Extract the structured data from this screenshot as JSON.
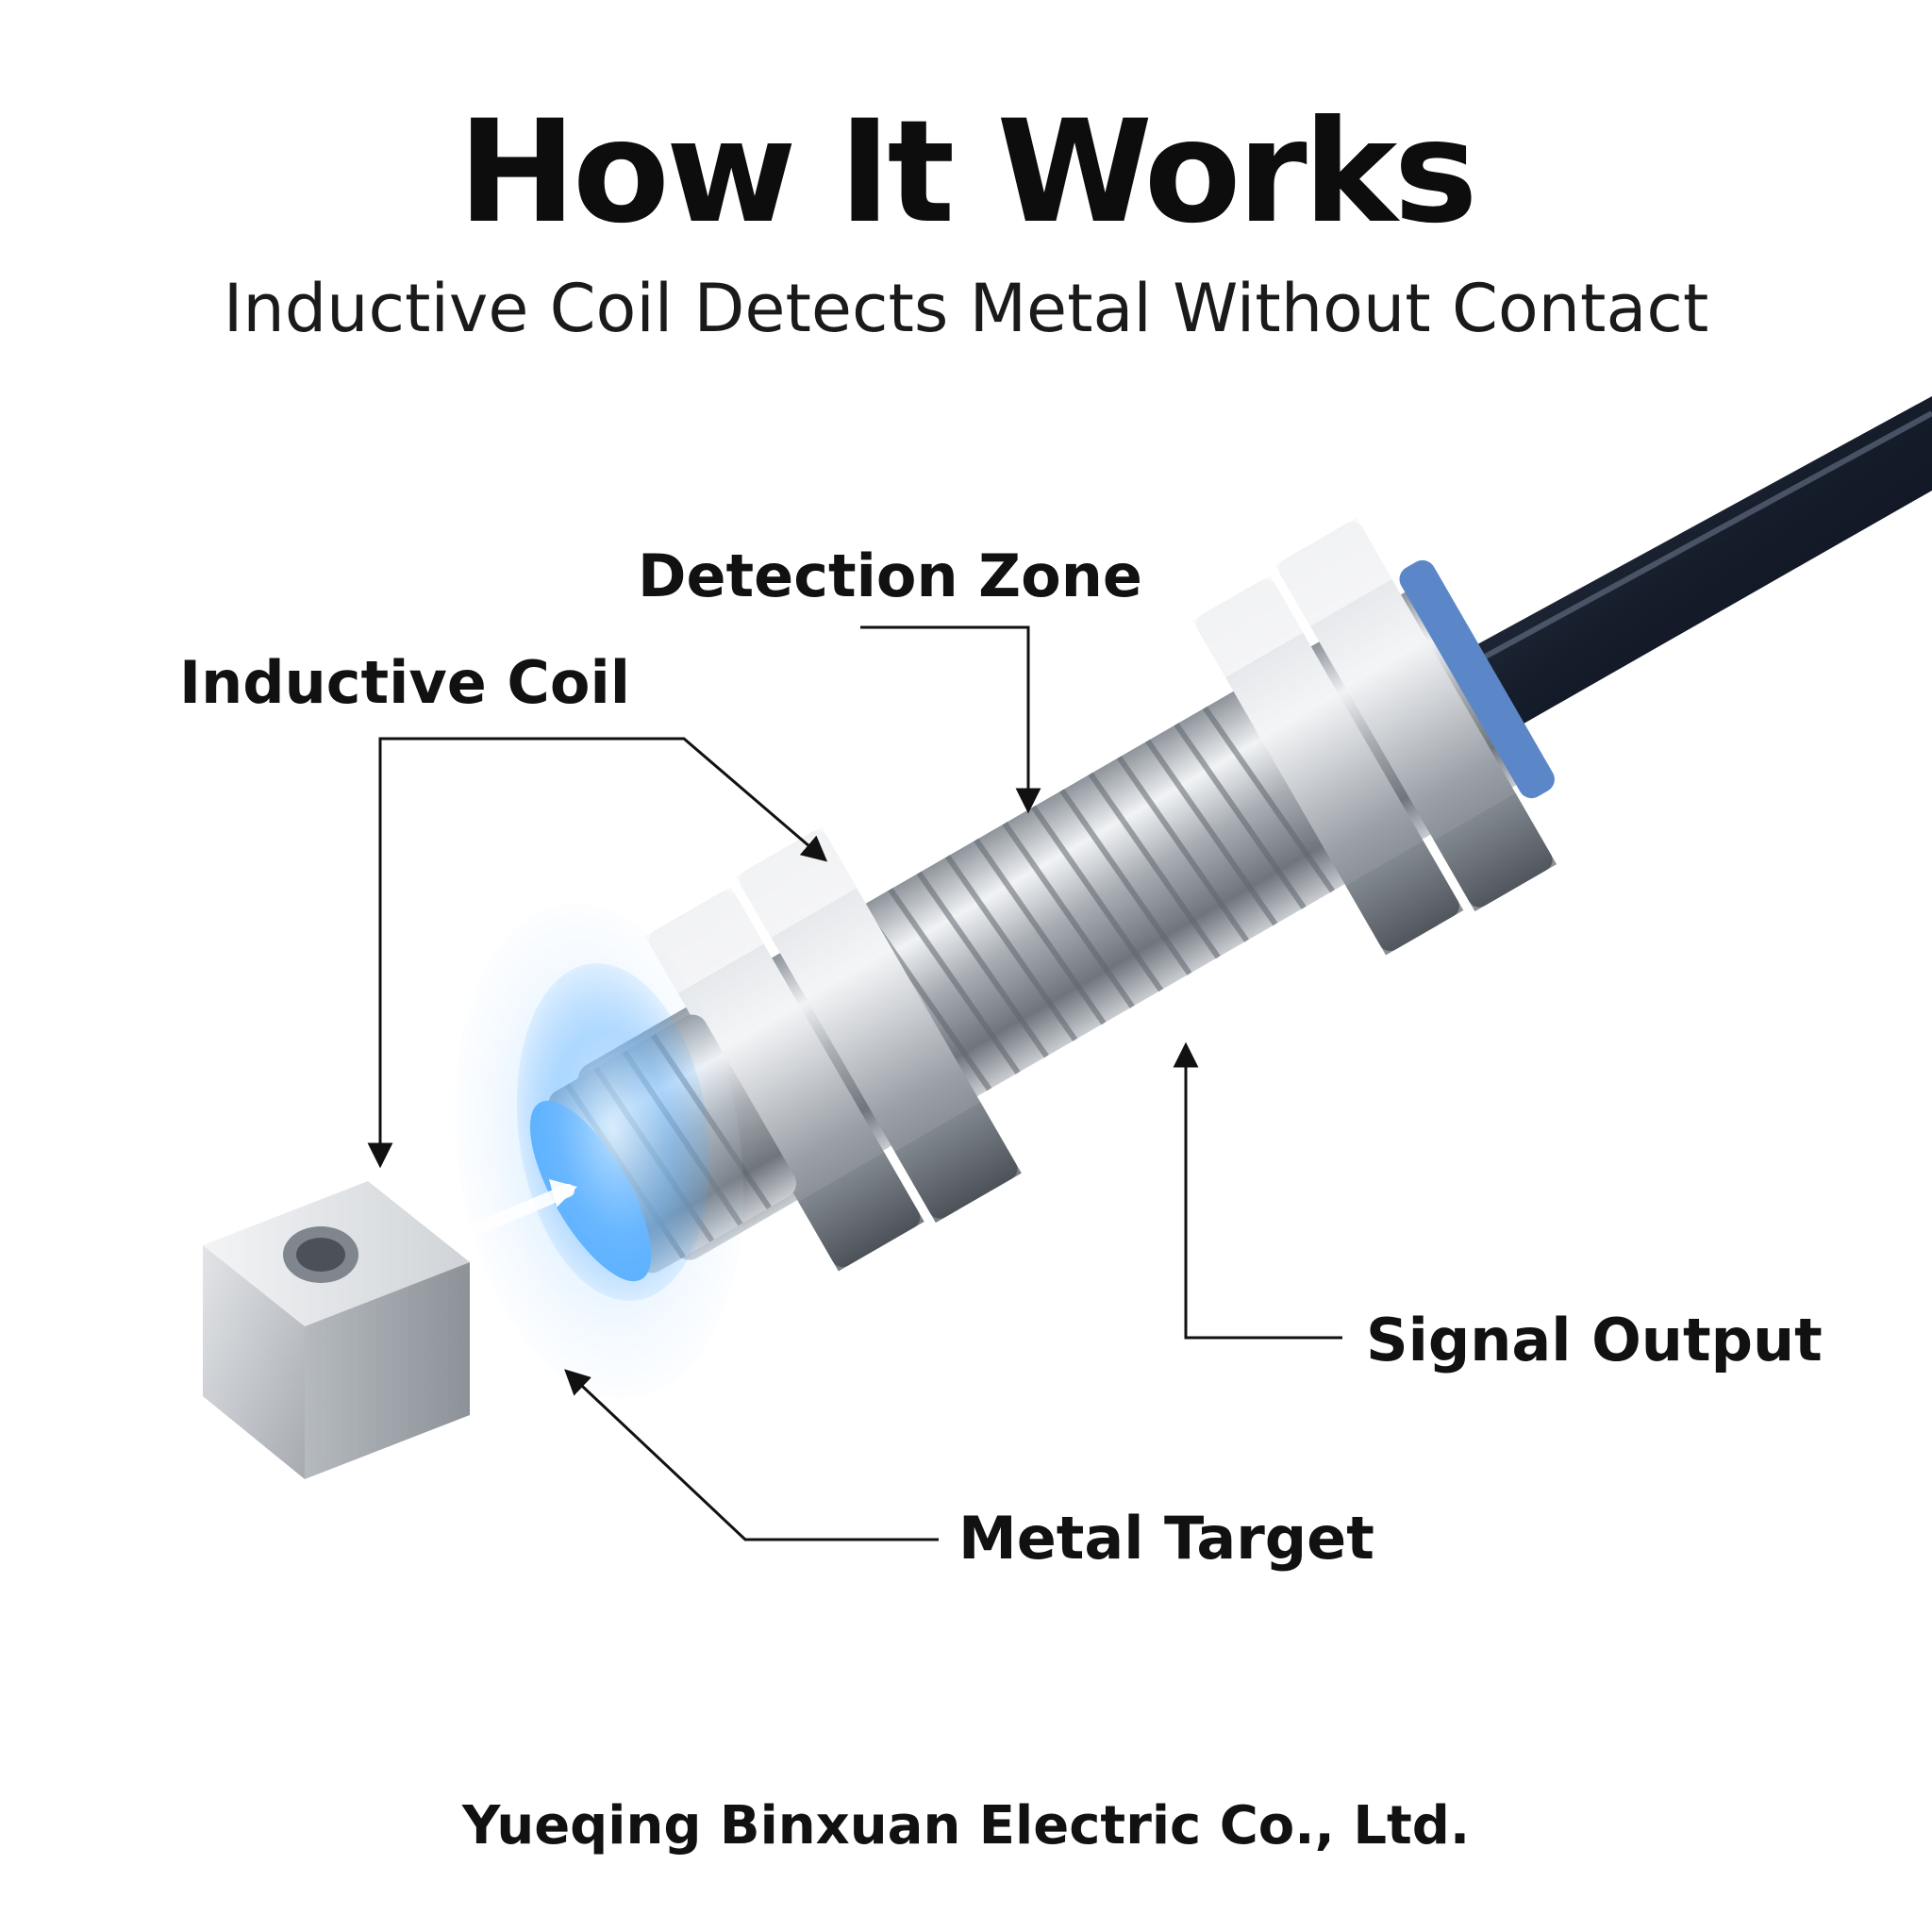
{
  "header": {
    "title": "How It Works",
    "subtitle": "Inductive Coil Detects Metal Without Contact"
  },
  "callouts": {
    "inductive_coil": "Inductive Coil",
    "detection_zone": "Detection Zone",
    "signal_output": "Signal Output",
    "metal_target": "Metal Target"
  },
  "footer": {
    "company": "Yueqing Binxuan Electric Co., Ltd."
  },
  "colors": {
    "background": "#ffffff",
    "text": "#111111",
    "field_glow": "#4aa8ff",
    "steel": "#b9bec4",
    "cable": "#151c2a",
    "seal_ring": "#5b86c8"
  },
  "icons": {
    "sensor": "inductive-proximity-sensor-icon",
    "target": "metal-cube-icon",
    "cable": "cable-icon",
    "field": "electromagnetic-field-icon"
  }
}
